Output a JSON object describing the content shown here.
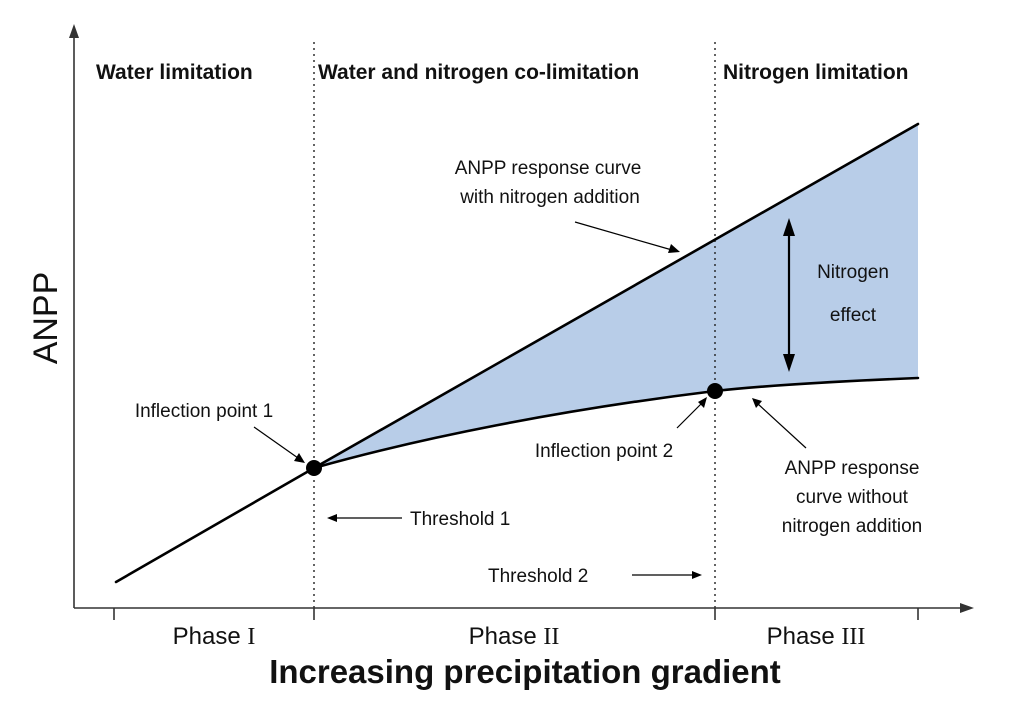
{
  "diagram": {
    "y_axis_label": "ANPP",
    "x_axis_label": "Increasing precipitation gradient",
    "regions": [
      {
        "id": "water",
        "label": "Water limitation"
      },
      {
        "id": "co",
        "label": "Water and nitrogen co-limitation"
      },
      {
        "id": "nitrogen",
        "label": "Nitrogen limitation"
      }
    ],
    "phases": [
      {
        "label": "Phase",
        "numeral": "I"
      },
      {
        "label": "Phase",
        "numeral": "II"
      },
      {
        "label": "Phase",
        "numeral": "III"
      }
    ],
    "annotations": {
      "with_n_line1": "ANPP response curve",
      "with_n_line2": "with nitrogen addition",
      "without_n_line1": "ANPP response",
      "without_n_line2": "curve without",
      "without_n_line3": "nitrogen addition",
      "nitrogen_effect_line1": "Nitrogen",
      "nitrogen_effect_line2": "effect",
      "inflection1": "Inflection point 1",
      "inflection2": "Inflection point 2",
      "threshold1": "Threshold 1",
      "threshold2": "Threshold 2"
    },
    "colors": {
      "fill": "#b8cde8",
      "curve": "#000000",
      "axis": "#333333"
    }
  }
}
